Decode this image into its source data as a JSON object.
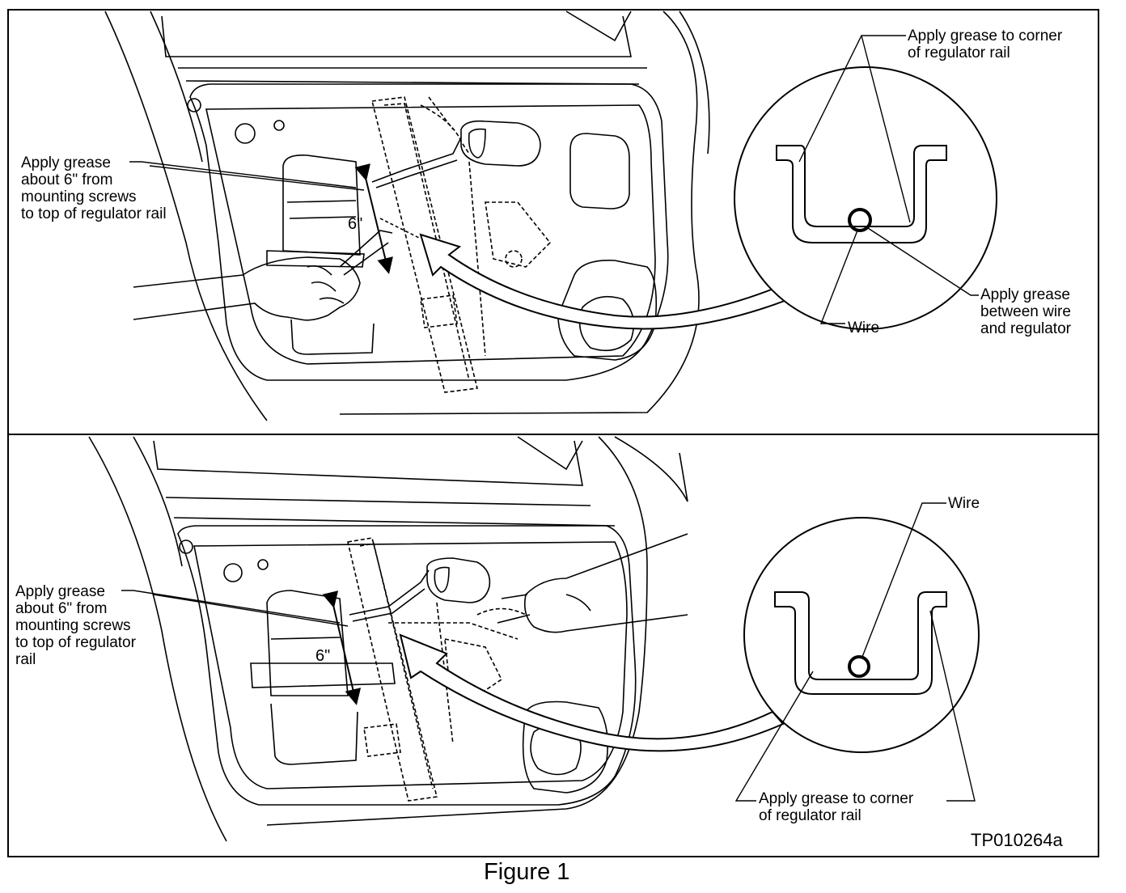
{
  "figure": {
    "caption": "Figure 1",
    "code": "TP010264a"
  },
  "top_panel": {
    "left_note": [
      "Apply grease",
      "about 6\" from",
      "mounting screws",
      "to top of regulator rail"
    ],
    "dimension": "6\"",
    "corner_note": [
      "Apply grease to corner",
      "of regulator rail"
    ],
    "between_note": [
      "Apply grease",
      "between wire",
      "and regulator"
    ],
    "wire_label": "Wire"
  },
  "bottom_panel": {
    "left_note": [
      "Apply grease",
      "about 6\" from",
      "mounting screws",
      "to top of regulator",
      "rail"
    ],
    "dimension": "6\"",
    "wire_label": "Wire",
    "corner_note": [
      "Apply grease to corner",
      "of regulator rail"
    ]
  }
}
